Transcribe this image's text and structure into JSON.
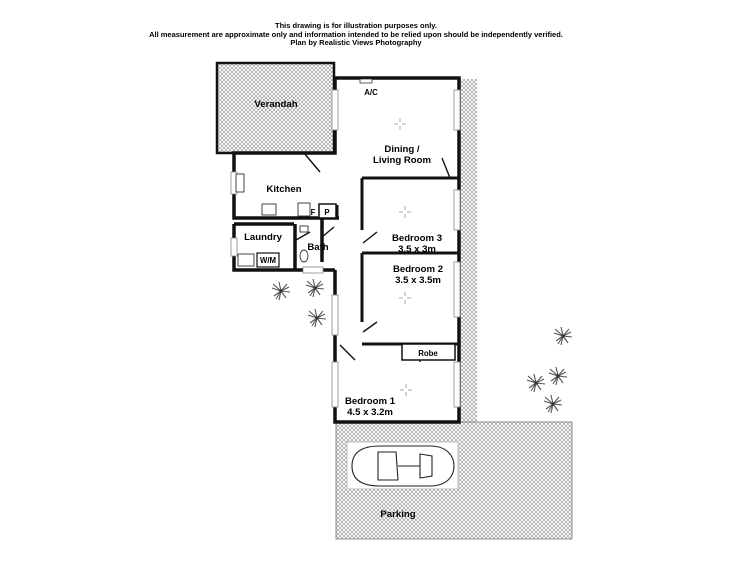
{
  "disclaimer": {
    "line1": "This drawing is for illustration purposes only.",
    "line2": "All measurement are approximate only and information intended to be relied upon should be independently verified.",
    "line3": "Plan by Realistic Views Photography"
  },
  "rooms": {
    "verandah": "Verandah",
    "ac": "A/C",
    "dining_line1": "Dining /",
    "dining_line2": "Living Room",
    "kitchen": "Kitchen",
    "pantry": "P",
    "fridge": "F",
    "laundry": "Laundry",
    "washer": "W/M",
    "bath": "Bath",
    "bedroom3": "Bedroom 3",
    "bedroom3_size": "3.5 x 3m",
    "bedroom2": "Bedroom 2",
    "bedroom2_size": "3.5 x 3.5m",
    "robe": "Robe",
    "bedroom1": "Bedroom 1",
    "bedroom1_size": "4.5 x 3.2m",
    "parking": "Parking"
  },
  "icons": [
    "car-icon",
    "plant-icon",
    "light-fixture-icon",
    "door-swing-icon",
    "window-icon",
    "toilet-icon",
    "sink-icon"
  ],
  "colors": {
    "wall": "#111111",
    "hatch": "#8a8a8a",
    "window": "#bdbdbd"
  }
}
